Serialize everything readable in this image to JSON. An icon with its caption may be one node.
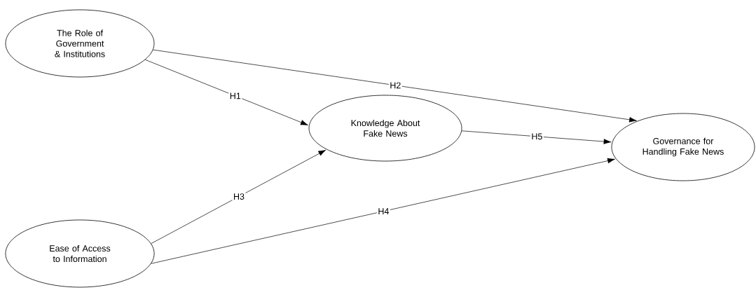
{
  "diagram": {
    "nodes": [
      {
        "text": [
          "The Role of Government & Institutions"
        ]
      },
      {
        "text": [
          "Knowledge About Fake News"
        ]
      },
      {
        "text": [
          "Governance for Handling Fake News"
        ]
      },
      {
        "text": [
          "Ease of Access to Information"
        ]
      }
    ],
    "edges": [
      {
        "from": 0,
        "to": 1,
        "arrow": "to",
        "label": "H1"
      },
      {
        "from": 0,
        "to": 2,
        "arrow": "to",
        "label": "H2"
      },
      {
        "from": 3,
        "to": 1,
        "arrow": "to",
        "label": "H3"
      },
      {
        "from": 3,
        "to": 2,
        "arrow": "to",
        "label": "H4"
      },
      {
        "from": 1,
        "to": 2,
        "arrow": "to",
        "label": "H5"
      }
    ]
  }
}
